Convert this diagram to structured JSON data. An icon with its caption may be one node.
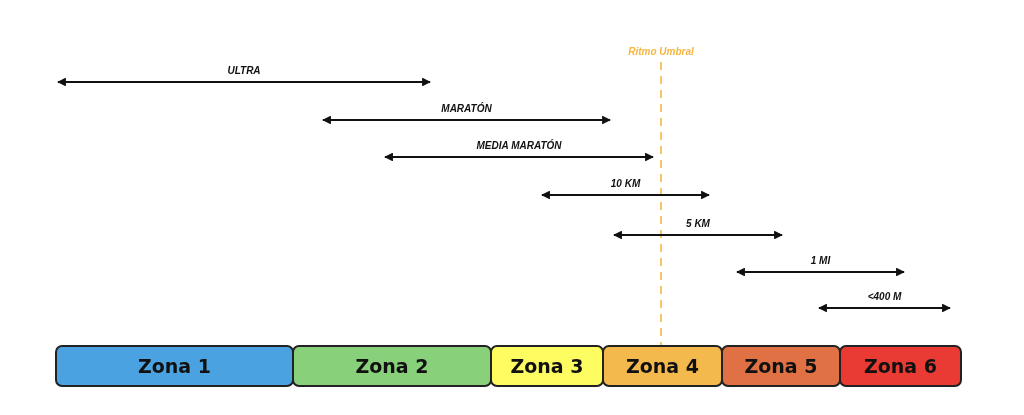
{
  "diagram": {
    "nodes": [
      {
        "text": [
          "Zona 1"
        ]
      },
      {
        "text": [
          "Zona 2"
        ]
      },
      {
        "text": [
          "Zona 3"
        ]
      },
      {
        "text": [
          "Zona 4"
        ]
      },
      {
        "text": [
          "Zona 5"
        ]
      },
      {
        "text": [
          "Zona 6"
        ]
      }
    ],
    "edges": [],
    "labels": [
      "Ritmo Umbral",
      "ULTRA",
      "MARATÓN",
      "MEDIA MARATÓN",
      "10 KM",
      "5 KM",
      "1 MI",
      "<400 M"
    ]
  }
}
